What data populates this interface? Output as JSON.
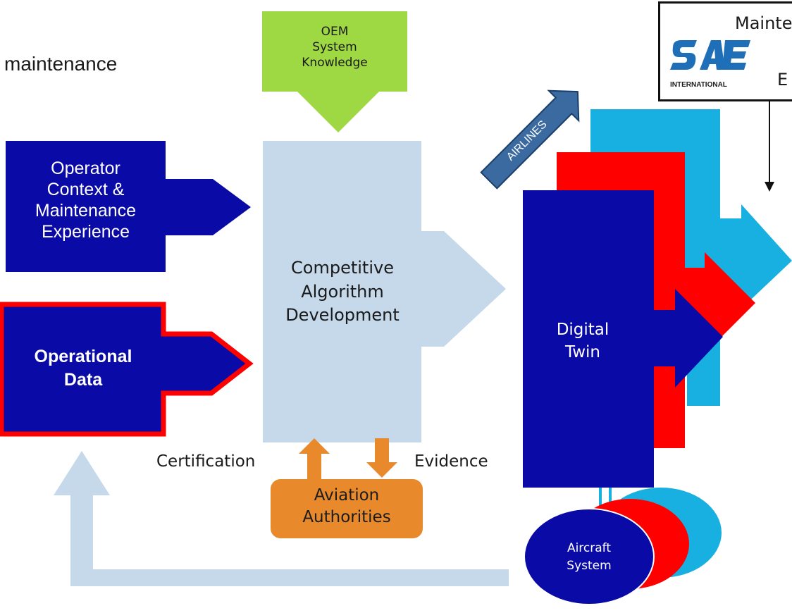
{
  "header": {
    "partial_text": "maintenance"
  },
  "inputs": {
    "oem": [
      "OEM",
      "System",
      "Knowledge"
    ],
    "operator": [
      "Operator",
      "Context &",
      "Maintenance",
      "Experience"
    ],
    "operational": [
      "Operational",
      "Data"
    ]
  },
  "center": {
    "label": [
      "Competitive",
      "Algorithm",
      "Development"
    ]
  },
  "airlines_label": "AIRLINES",
  "sae": {
    "top_text": "Mainte",
    "side_text": "E",
    "logo_word": "INTERNATIONAL"
  },
  "twin": {
    "label": [
      "Digital",
      "Twin"
    ]
  },
  "authorities": {
    "label": [
      "Aviation",
      "Authorities"
    ],
    "left_caption": "Certification",
    "right_caption": "Evidence"
  },
  "aircraft": {
    "label": [
      "Aircraft",
      "System"
    ]
  },
  "colors": {
    "navy": "#0a0aa6",
    "light_blue_gray": "#c5d9eb",
    "lime": "#9ed842",
    "red": "#ff0000",
    "cyan": "#18b0e0",
    "orange": "#e8892c",
    "steel": "#3a6aa0"
  }
}
